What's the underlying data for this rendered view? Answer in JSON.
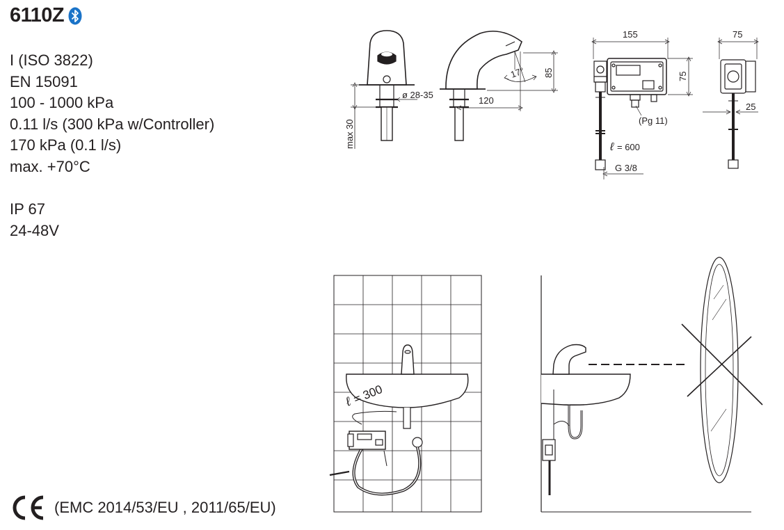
{
  "header": {
    "model": "6110Z",
    "icon": "bluetooth-icon"
  },
  "specs": {
    "lines": [
      "I (ISO 3822)",
      "EN 15091",
      "100 - 1000 kPa",
      "0.11 l/s (300 kPa w/Controller)",
      "170 kPa (0.1 l/s)",
      "max. +70°C",
      "",
      "IP 67",
      "24-48V"
    ]
  },
  "dimensions": {
    "diameter": "ø 28-35",
    "max_thickness": "max 30",
    "spout_reach": "120",
    "spout_height": "85",
    "angle": "17°",
    "box_width": "155",
    "box_height": "75",
    "box_depth": "75",
    "offset": "25",
    "gland": "(Pg 11)",
    "hose_length_unit": "= 600",
    "thread": "G 3/8",
    "cable_length": "= 300"
  },
  "footer": {
    "ce_mark": "CE",
    "directives": "(EMC 2014/53/EU , 2011/65/EU)"
  },
  "colors": {
    "ink": "#231f20",
    "bluetooth": "#1a73c8"
  }
}
